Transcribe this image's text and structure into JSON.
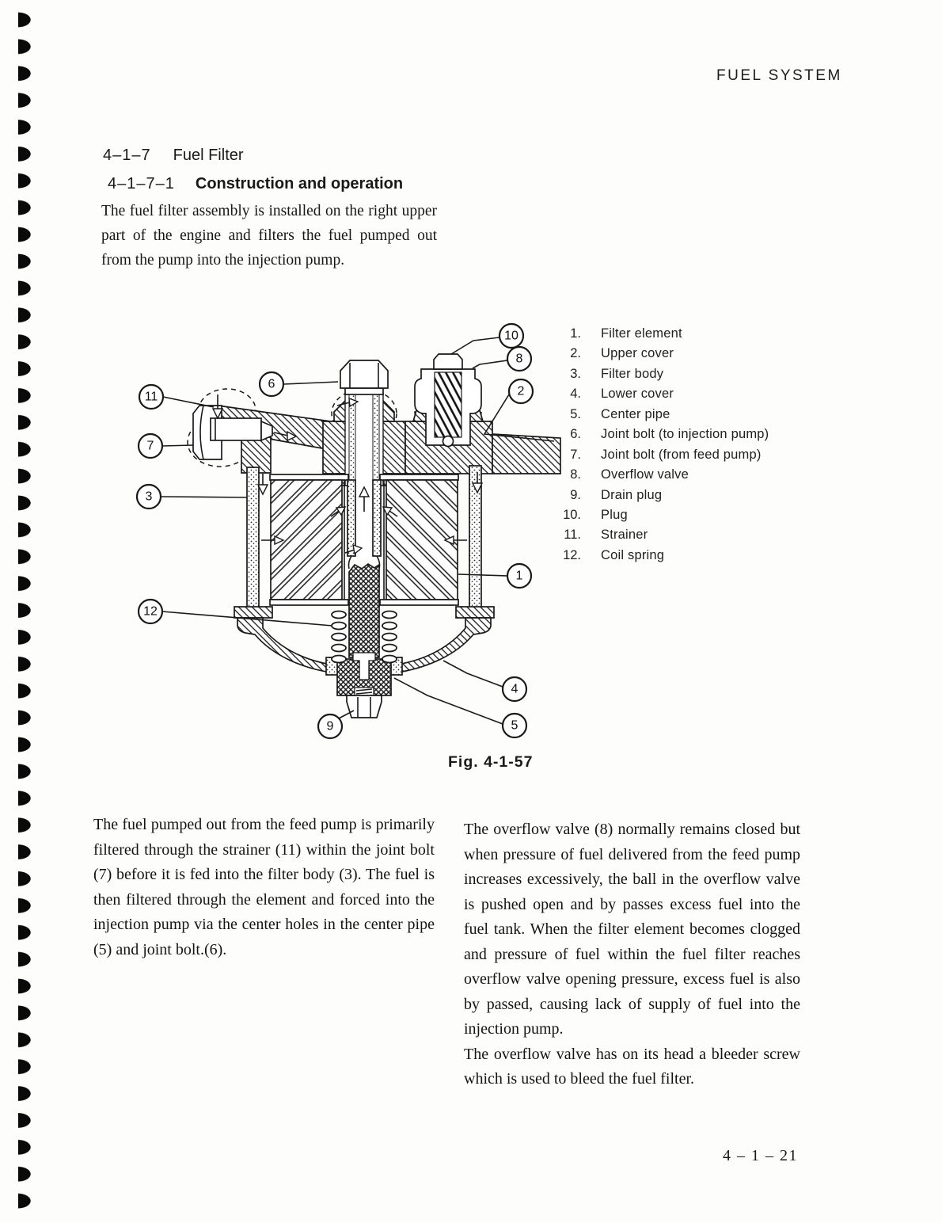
{
  "page": {
    "header": "FUEL SYSTEM",
    "page_number": "4 – 1 – 21"
  },
  "section": {
    "number": "4–1–7",
    "title": "Fuel Filter",
    "sub_number": "4–1–7–1",
    "sub_title": "Construction and operation",
    "intro": "The fuel filter assembly is installed on the right upper part of the engine and filters the fuel pumped out from the pump into the injection pump."
  },
  "figure": {
    "caption": "Fig. 4-1-57",
    "callouts": [
      "10",
      "8",
      "2",
      "6",
      "11",
      "7",
      "3",
      "1",
      "12",
      "4",
      "9",
      "5"
    ],
    "parts": [
      {
        "num": "1.",
        "label": "Filter element"
      },
      {
        "num": "2.",
        "label": "Upper cover"
      },
      {
        "num": "3.",
        "label": "Filter body"
      },
      {
        "num": "4.",
        "label": "Lower cover"
      },
      {
        "num": "5.",
        "label": "Center pipe"
      },
      {
        "num": "6.",
        "label": "Joint bolt (to injection pump)"
      },
      {
        "num": "7.",
        "label": "Joint bolt (from feed pump)"
      },
      {
        "num": "8.",
        "label": "Overflow valve"
      },
      {
        "num": "9.",
        "label": "Drain plug"
      },
      {
        "num": "10.",
        "label": "Plug"
      },
      {
        "num": "11.",
        "label": "Strainer"
      },
      {
        "num": "12.",
        "label": "Coil spring"
      }
    ]
  },
  "body": {
    "left_column": "The fuel pumped out from the feed pump is primarily filtered through the strainer (11) within the joint bolt (7) before it is fed into the filter body (3).  The fuel is then filtered through the element and forced into the injection pump via the center holes in the center pipe (5) and joint bolt.(6).",
    "right_column_p1": "The overflow valve (8) normally remains closed but when pressure of fuel delivered from the feed pump increases excessively, the ball in the overflow valve is pushed open and by passes excess fuel into the fuel tank.  When the filter element becomes clogged and pressure of fuel within the fuel filter reaches overflow valve opening pressure, excess fuel is also by passed, causing lack of supply of fuel into the injection pump.",
    "right_column_p2": "The overflow valve has on its head a bleeder screw which is used to bleed the fuel filter."
  }
}
